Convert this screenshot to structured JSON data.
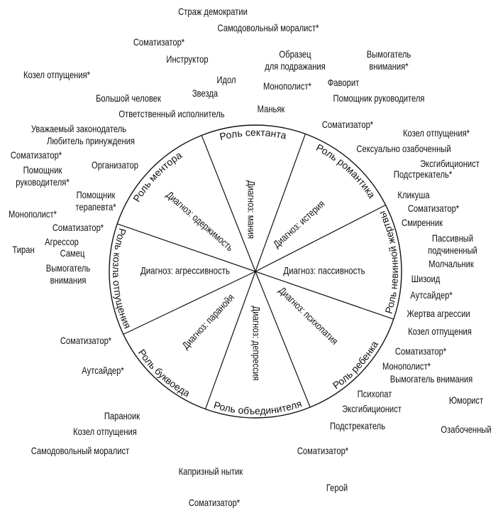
{
  "roles": {
    "mentor": "Роль ментора",
    "sectant": "Роль сектанта",
    "romantic": "Роль романтика",
    "innocent_victim": "Роль невинной жертвы",
    "child": "Роль ребенка",
    "unifier": "Роль объединителя",
    "pedant": "Роль буквоеда",
    "scapegoat": "Роль козла отпущения"
  },
  "diagnoses": {
    "mania": "Диагноз: мания",
    "hysteria": "Диагноз: истерия",
    "passivity": "Диагноз: пассивность",
    "psychopathy": "Диагноз: психопатия",
    "depression": "Диагноз: депрессия",
    "paranoia": "Диагноз: паранойя",
    "aggressiveness": "Диагноз: агрессивность",
    "obsession": "Диагноз: одержимость"
  },
  "outer_labels": [
    "Страж демократии",
    "Самодовольный моралист*",
    "Соматизатор*",
    "Инструктор",
    "Образец\nдля подражания",
    "Вымогатель\nвнимания*",
    "Козел отпущения*",
    "Идол",
    "Звезда",
    "Монополист*",
    "Фаворит",
    "Помощник руководителя",
    "Большой человек",
    "Маньяк",
    "Ответственный исполнитель",
    "Соматизатор*",
    "Уважаемый законодатель",
    "Козел отпущения*",
    "Любитель принуждения",
    "Сексуально озабоченный",
    "Соматизатор*",
    "Организатор",
    "Помощник\nруководителя*",
    "Эксгибиционист",
    "Подстрекатель*",
    "Помощник\nтерапевта*",
    "Кликуша",
    "Соматизатор*",
    "Монополист*",
    "Соматизатор*",
    "Смиренник",
    "Пассивный\nподчиненный",
    "Агрессор",
    "Тиран",
    "Самец",
    "Вымогатель\nвнимания",
    "Молчальник",
    "Шизоид",
    "Аутсайдер*",
    "Жертва агрессии",
    "Козел отпущения",
    "Соматизатор*",
    "Соматизатор*",
    "Монополист*",
    "Вымогатель внимания",
    "Аутсайдер*",
    "Юморист",
    "Психопат",
    "Эксгибиционист",
    "Параноик",
    "Подстрекатель",
    "Озабоченный",
    "Козел отпущения",
    "Самодовольный моралист",
    "Соматизатор*",
    "Капризный нытик",
    "Герой",
    "Соматизатор*"
  ]
}
